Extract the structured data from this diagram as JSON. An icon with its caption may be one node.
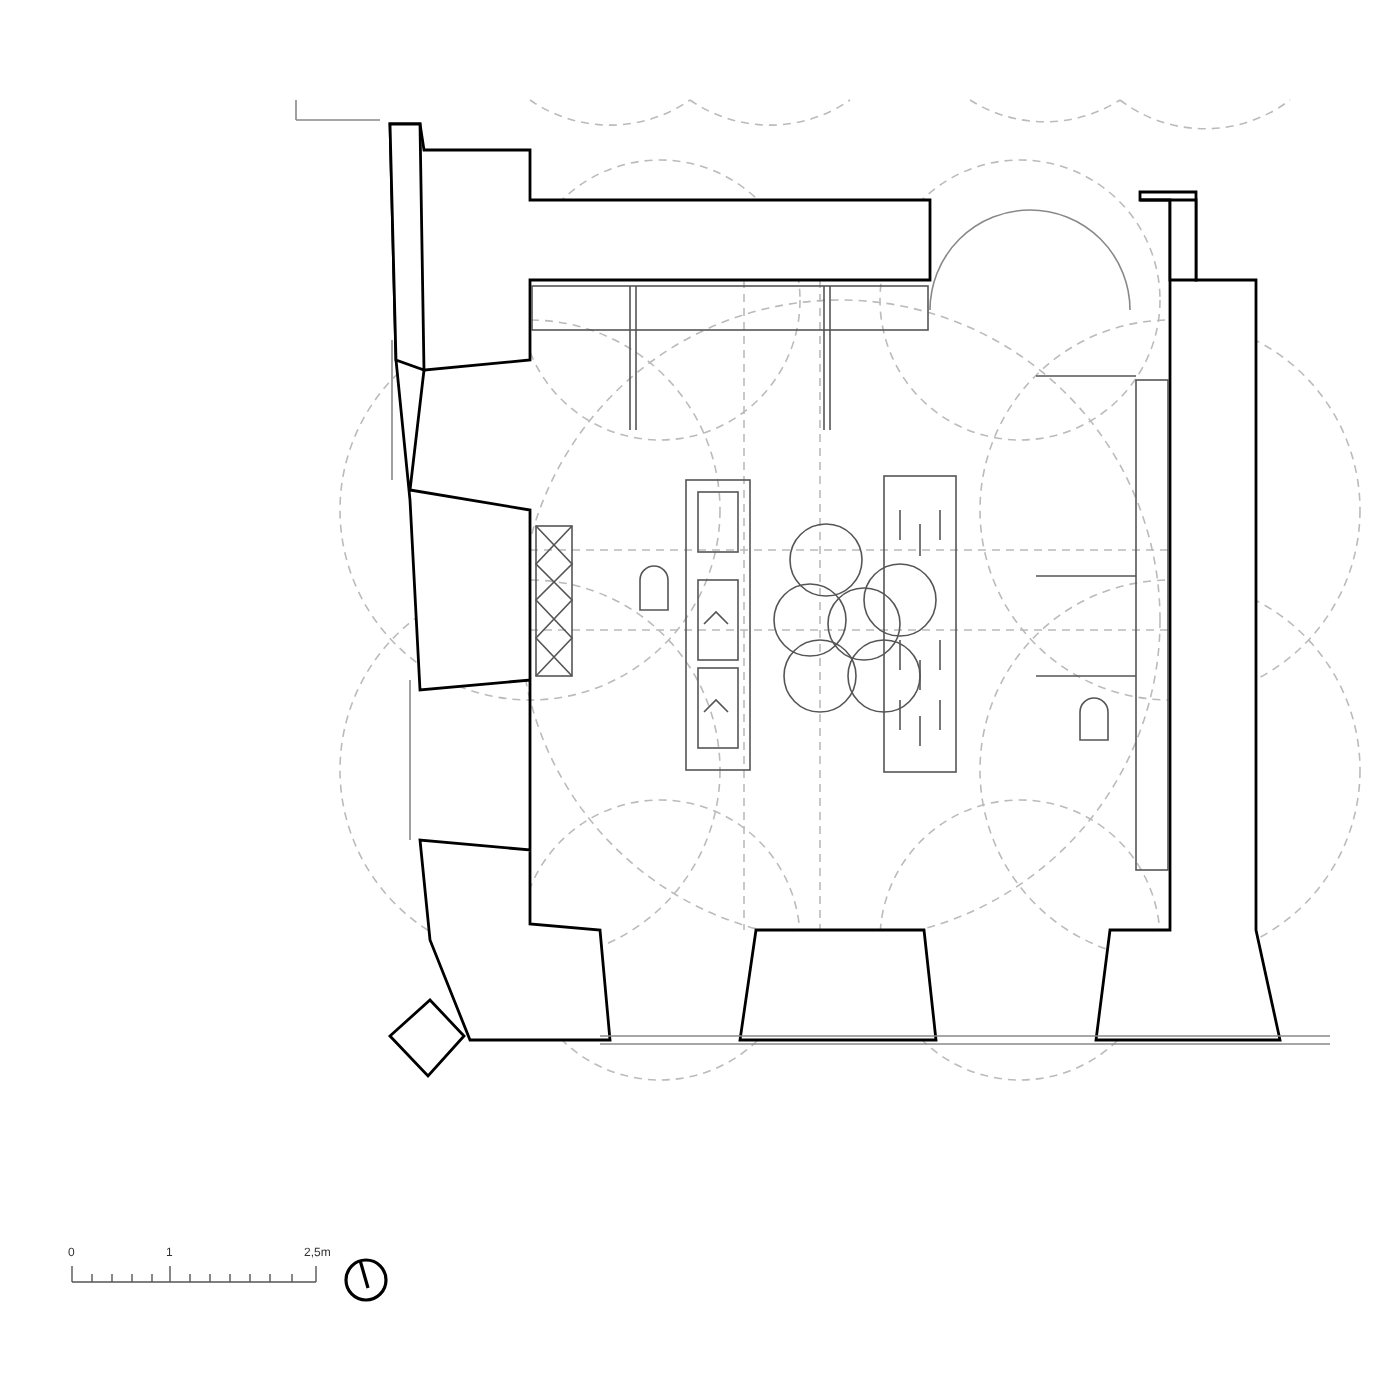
{
  "diagram": {
    "labels": [
      "0",
      "1",
      "2,5m"
    ]
  }
}
